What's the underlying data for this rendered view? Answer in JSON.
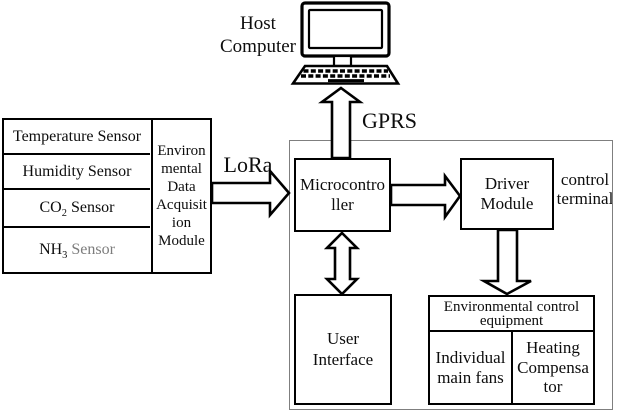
{
  "host_computer": {
    "label_line1": "Host",
    "label_line2": "Computer"
  },
  "links": {
    "gprs": "GPRS",
    "lora": "LoRa"
  },
  "acquisition": {
    "sensors": [
      {
        "pre": "Temperature Sensor",
        "sub": "",
        "post": ""
      },
      {
        "pre": "Humidity Sensor",
        "sub": "",
        "post": ""
      },
      {
        "pre": "CO",
        "sub": "2",
        "post": " Sensor"
      },
      {
        "pre": "NH",
        "sub": "3",
        "post": " Sensor"
      }
    ],
    "module_label_lines": [
      "Environ",
      "mental",
      "Data",
      "Acquisit",
      "ion",
      "Module"
    ]
  },
  "control_terminal": {
    "label_line1": "control",
    "label_line2": "terminal",
    "microcontroller": {
      "line1": "Microcontro",
      "line2": "ller"
    },
    "driver_module": {
      "line1": "Driver",
      "line2": "Module"
    },
    "user_interface": {
      "line1": "User",
      "line2": "Interface"
    },
    "equipment": {
      "header_line1": "Environmental control",
      "header_line2": "equipment",
      "fans": {
        "line1": "Individual",
        "line2": "main fans"
      },
      "heater": {
        "line1": "Heating",
        "line2": "Compensa",
        "line3": "tor"
      }
    }
  },
  "colors": {
    "diagram_line": "#000000",
    "terminal_border": "#7f7f7f",
    "nh3_text_gray": "#7d7d7d"
  }
}
